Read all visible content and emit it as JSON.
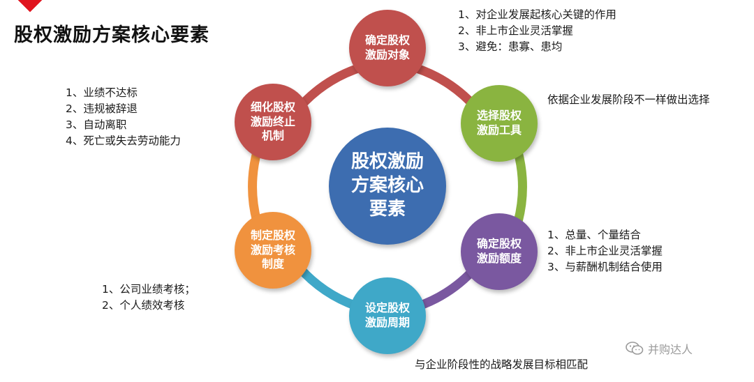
{
  "title": "股权激励方案核心要素",
  "center": {
    "label": "股权激励\n方案核心\n要素",
    "color": "#3d6db0"
  },
  "nodes": [
    {
      "id": "target",
      "label": "确定股权\n激励对象",
      "color": "#c0504d"
    },
    {
      "id": "tool",
      "label": "选择股权\n激励工具",
      "color": "#8ab440"
    },
    {
      "id": "amount",
      "label": "确定股权\n激励额度",
      "color": "#7a58a0"
    },
    {
      "id": "cycle",
      "label": "设定股权\n激励周期",
      "color": "#3fa8c8"
    },
    {
      "id": "assessment",
      "label": "制定股权\n激励考核\n制度",
      "color": "#f0923e"
    },
    {
      "id": "termination",
      "label": "细化股权\n激励终止\n机制",
      "color": "#c0504d"
    }
  ],
  "notes": {
    "target": [
      "1、对企业发展起核心关键的作用",
      "2、非上市企业灵活掌握",
      "3、避免：患寡、患均"
    ],
    "tool": [
      "依据企业发展阶段不一样做出选择"
    ],
    "amount": [
      "1、总量、个量结合",
      "2、非上市企业灵活掌握",
      "3、与薪酬机制结合使用"
    ],
    "cycle": [
      "与企业阶段性的战略发展目标相匹配"
    ],
    "assessment": [
      "1、公司业绩考核；",
      "2、个人绩效考核"
    ],
    "termination": [
      "1、业绩不达标",
      "2、违规被辞退",
      "3、自动离职",
      "4、死亡或失去劳动能力"
    ]
  },
  "watermark": {
    "icon": "wechat-icon",
    "text": "并购达人"
  }
}
